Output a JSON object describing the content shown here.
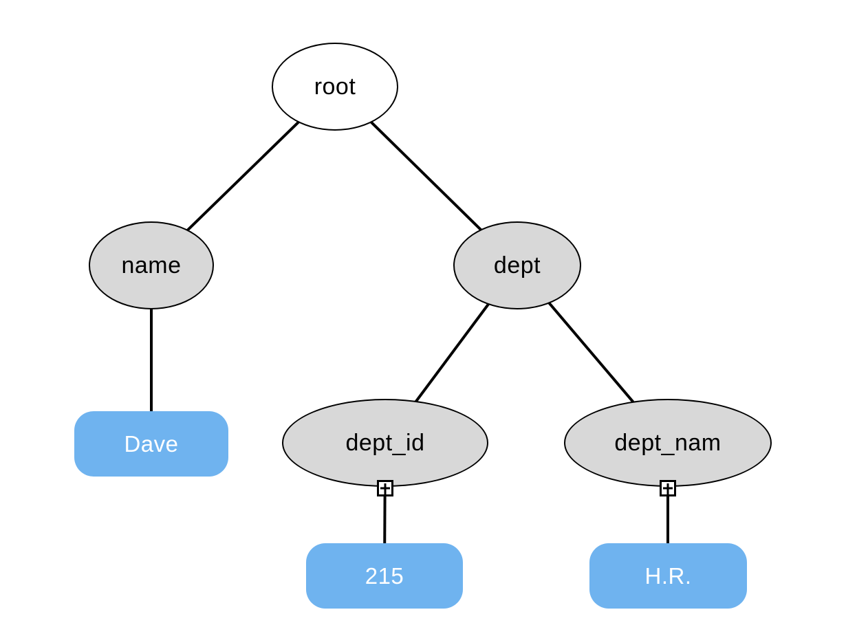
{
  "diagram": {
    "type": "tree",
    "background": "#ffffff"
  },
  "colors": {
    "stroke": "#000000",
    "element-fill": "#d8d8d8",
    "root-fill": "#ffffff",
    "value-fill": "#6fb3ef",
    "value-text": "#ffffff"
  },
  "nodes": {
    "root": {
      "label": "root",
      "kind": "element"
    },
    "name": {
      "label": "name",
      "kind": "element"
    },
    "dept": {
      "label": "dept",
      "kind": "element"
    },
    "dept_id": {
      "label": "dept_id",
      "kind": "element",
      "expandable": true
    },
    "dept_nam": {
      "label": "dept_nam",
      "kind": "element",
      "expandable": true
    },
    "name_value": {
      "label": "Dave",
      "kind": "value"
    },
    "dept_id_value": {
      "label": "215",
      "kind": "value"
    },
    "dept_nam_value": {
      "label": "H.R.",
      "kind": "value"
    }
  },
  "edges": [
    {
      "from": "root",
      "to": "name"
    },
    {
      "from": "root",
      "to": "dept"
    },
    {
      "from": "name",
      "to": "name_value"
    },
    {
      "from": "dept",
      "to": "dept_id"
    },
    {
      "from": "dept",
      "to": "dept_nam"
    },
    {
      "from": "dept_id",
      "to": "dept_id_value"
    },
    {
      "from": "dept_nam",
      "to": "dept_nam_value"
    }
  ]
}
